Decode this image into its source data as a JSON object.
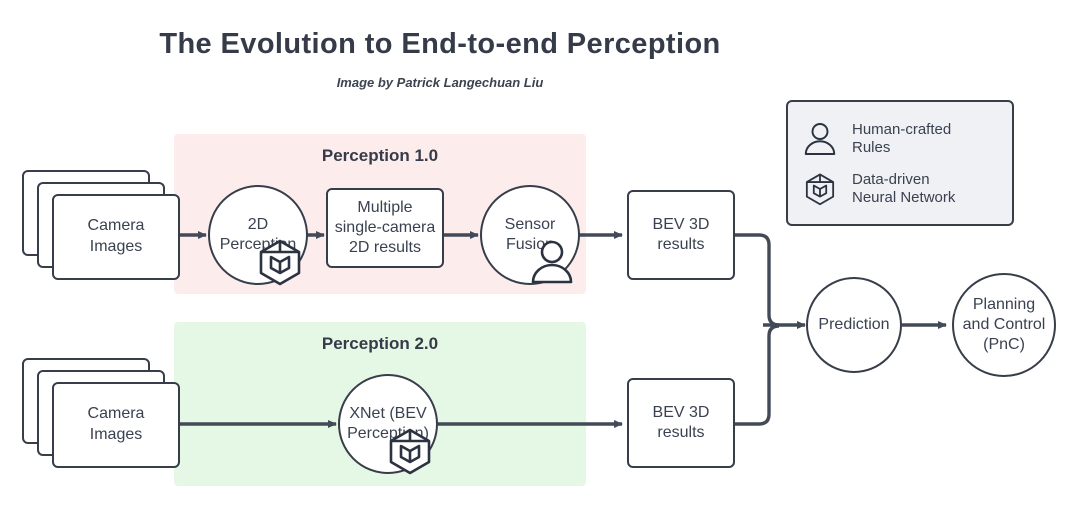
{
  "header": {
    "title": "The Evolution to End-to-end Perception",
    "subtitle": "Image by Patrick Langechuan Liu"
  },
  "colors": {
    "perception1_bg": "#fdecec",
    "perception2_bg": "#e5f8e5",
    "legend_bg": "#eff1f4",
    "stroke": "#373d49",
    "text": "#3a4150",
    "node_fill": "#ffffff"
  },
  "groups": {
    "perception1": {
      "title": "Perception 1.0"
    },
    "perception2": {
      "title": "Perception 2.0"
    }
  },
  "nodes": {
    "camera_images_top": {
      "label": "Camera\nImages",
      "line1": "Camera",
      "line2": "Images"
    },
    "camera_images_bottom": {
      "label": "Camera\nImages",
      "line1": "Camera",
      "line2": "Images"
    },
    "perception_2d": {
      "line1": "2D",
      "line2": "Perception",
      "badge": "cube-icon"
    },
    "multi_single_camera": {
      "line1": "Multiple",
      "line2": "single-camera",
      "line3": "2D results"
    },
    "sensor_fusion": {
      "line1": "Sensor",
      "line2": "Fusion",
      "badge": "person-icon"
    },
    "xnet": {
      "line1": "XNet (BEV",
      "line2": "Perception)",
      "badge": "cube-icon"
    },
    "bev_results_top": {
      "line1": "BEV 3D",
      "line2": "results"
    },
    "bev_results_bottom": {
      "line1": "BEV 3D",
      "line2": "results"
    },
    "prediction": {
      "line1": "Prediction"
    },
    "planning_control": {
      "line1": "Planning",
      "line2": "and Control",
      "line3": "(PnC)"
    }
  },
  "legend": {
    "items": [
      {
        "icon": "person-icon",
        "line1": "Human-crafted",
        "line2": "Rules"
      },
      {
        "icon": "cube-icon",
        "line1": "Data-driven",
        "line2": "Neural Network"
      }
    ]
  }
}
